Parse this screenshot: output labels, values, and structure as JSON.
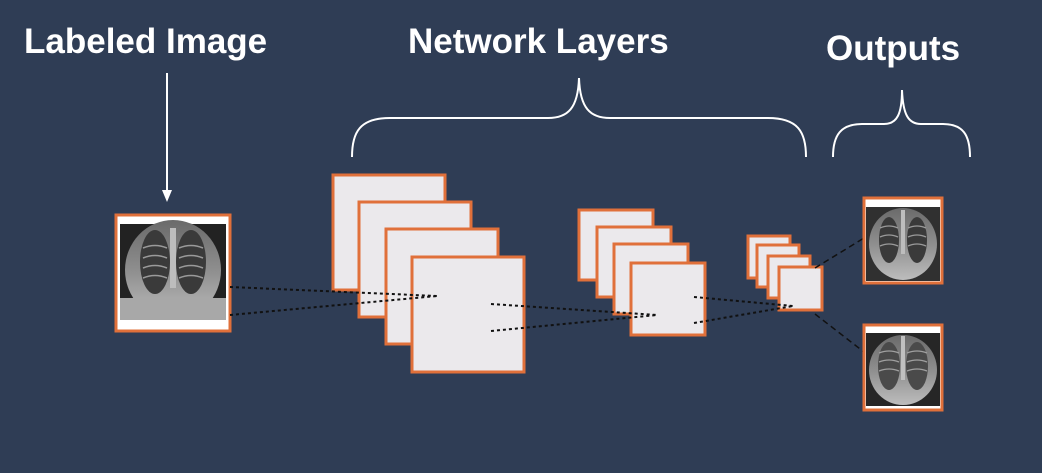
{
  "titles": {
    "labeled_image": "Labeled Image",
    "network_layers": "Network Layers",
    "outputs": "Outputs"
  },
  "colors": {
    "background": "#2f3d55",
    "frame": "#e0703a",
    "layer_fill": "#ebe9ec",
    "text": "#ffffff",
    "connector": "#111111"
  },
  "diagram": {
    "input_image": "chest x-ray",
    "layer_groups": [
      {
        "name": "layer-group-1",
        "maps": 4
      },
      {
        "name": "layer-group-2",
        "maps": 4
      },
      {
        "name": "layer-group-3",
        "maps": 4
      }
    ],
    "outputs": [
      "chest x-ray",
      "chest x-ray"
    ]
  }
}
